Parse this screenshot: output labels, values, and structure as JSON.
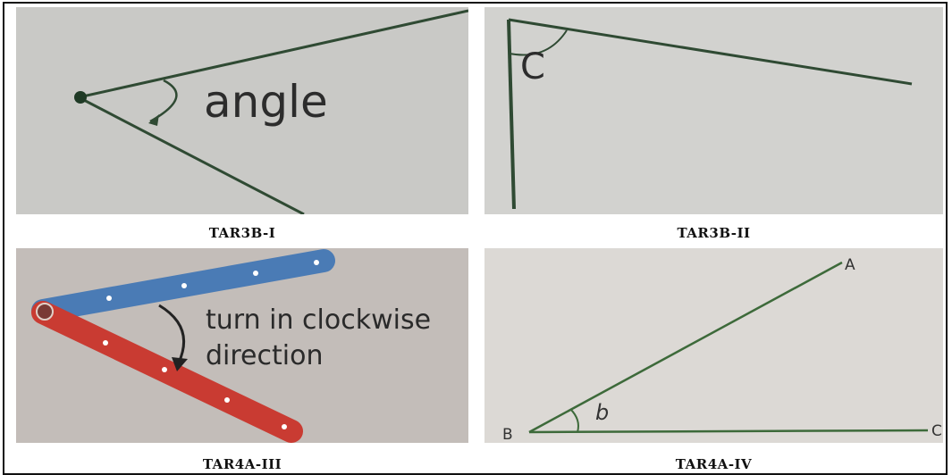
{
  "panels": [
    {
      "caption": "TAR3B-I",
      "label": "angle"
    },
    {
      "caption": "TAR3B-II",
      "label": "C"
    },
    {
      "caption": "TAR4A-III",
      "label_line1": "turn in clockwise",
      "label_line2": "direction"
    },
    {
      "caption": "TAR4A-IV",
      "vertex_a": "A",
      "vertex_b": "B",
      "vertex_c": "C",
      "angle_label": "b"
    }
  ],
  "colors": {
    "line": "#2f4a33",
    "blue_strip": "#4a7bb5",
    "red_strip": "#c93b32",
    "angle_text": "#2c2c2c"
  }
}
